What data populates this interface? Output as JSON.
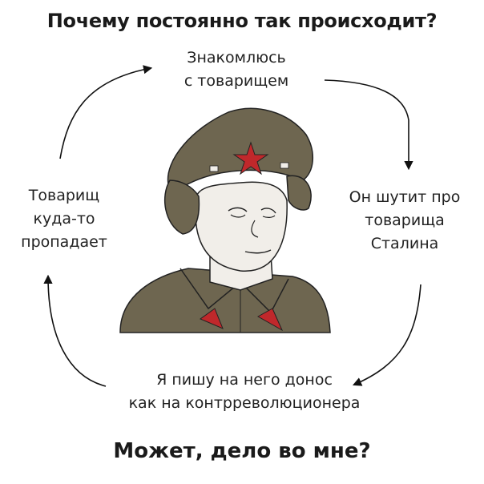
{
  "title": "Почему постоянно так происходит?",
  "cycle": {
    "top": [
      "Знакомлюсь",
      "с товарищем"
    ],
    "right": [
      "Он шутит про",
      "товарища",
      "Сталина"
    ],
    "bottom": [
      "Я пишу на него донос",
      "как на контрреволюционера"
    ],
    "left": [
      "Товарищ",
      "куда-то",
      "пропадает"
    ]
  },
  "conclusion": "Может, дело во мне?",
  "colors": {
    "uniform": "#6e6650",
    "star": "#c0282b",
    "skin": "#f1eee9"
  }
}
